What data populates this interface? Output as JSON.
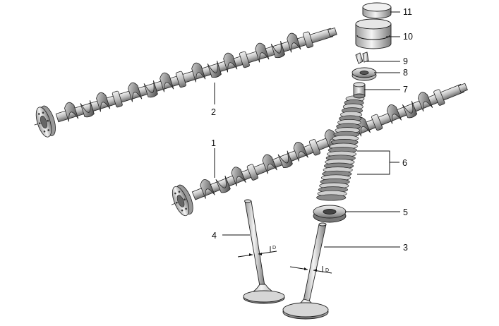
{
  "diagram": {
    "callouts": [
      {
        "id": "1",
        "label": "1"
      },
      {
        "id": "2",
        "label": "2"
      },
      {
        "id": "3",
        "label": "3"
      },
      {
        "id": "4",
        "label": "4"
      },
      {
        "id": "5",
        "label": "5"
      },
      {
        "id": "6",
        "label": "6"
      },
      {
        "id": "7",
        "label": "7"
      },
      {
        "id": "8",
        "label": "8"
      },
      {
        "id": "9",
        "label": "9"
      },
      {
        "id": "10",
        "label": "10"
      },
      {
        "id": "11",
        "label": "11"
      }
    ],
    "dimension_labels": {
      "exhaust_valve_stem": "D",
      "intake_valve_stem": "D"
    }
  }
}
